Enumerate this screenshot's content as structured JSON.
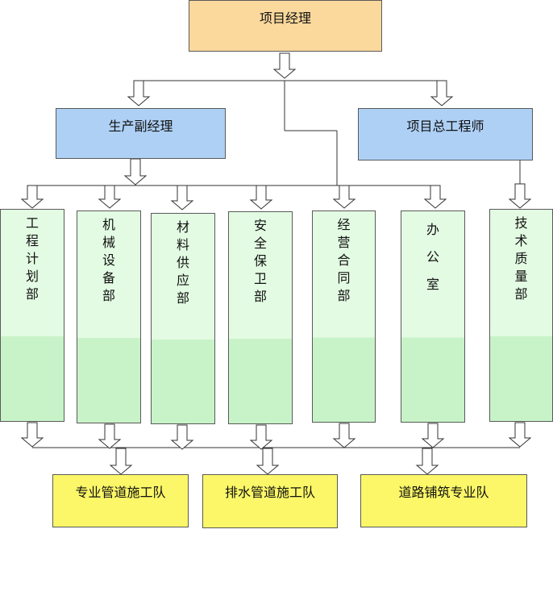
{
  "top": {
    "label": "项目经理"
  },
  "deputies": [
    {
      "label": "生产副经理"
    },
    {
      "label": "项目总工程师"
    }
  ],
  "departments": [
    {
      "label": "工程计划部"
    },
    {
      "label": "机械设备部"
    },
    {
      "label": "材料供应部"
    },
    {
      "label": "安全保卫部"
    },
    {
      "label": "经营合同部"
    },
    {
      "label": "办公室"
    },
    {
      "label": "技术质量部"
    }
  ],
  "teams": [
    {
      "label": "专业管道施工队"
    },
    {
      "label": "排水管道施工队"
    },
    {
      "label": "道路铺筑专业队"
    }
  ],
  "colors": {
    "top_fill": "#fbd99c",
    "deputy_fill": "#aed0f5",
    "department_fill_top": "#e3fbe3",
    "department_fill_bottom": "#c8f3c8",
    "team_fill": "#fbf768",
    "line": "#333333"
  }
}
